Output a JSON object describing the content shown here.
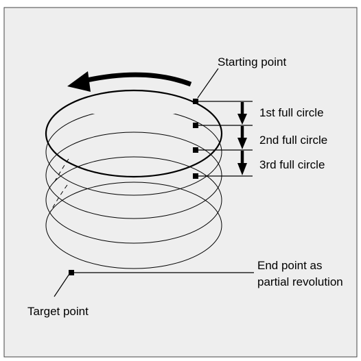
{
  "colors": {
    "background": "#eeeeee",
    "frame": "#444444",
    "line": "#000000"
  },
  "labels": {
    "starting_point": "Starting point",
    "circle_1": "1st full circle",
    "circle_2": "2nd full circle",
    "circle_3": "3rd full circle",
    "end_point_line1": "End point as",
    "end_point_line2": "partial revolution",
    "target_point": "Target point"
  },
  "helix": {
    "full_circles": 3,
    "rotation_direction": "counterclockwise",
    "end": "partial revolution"
  }
}
